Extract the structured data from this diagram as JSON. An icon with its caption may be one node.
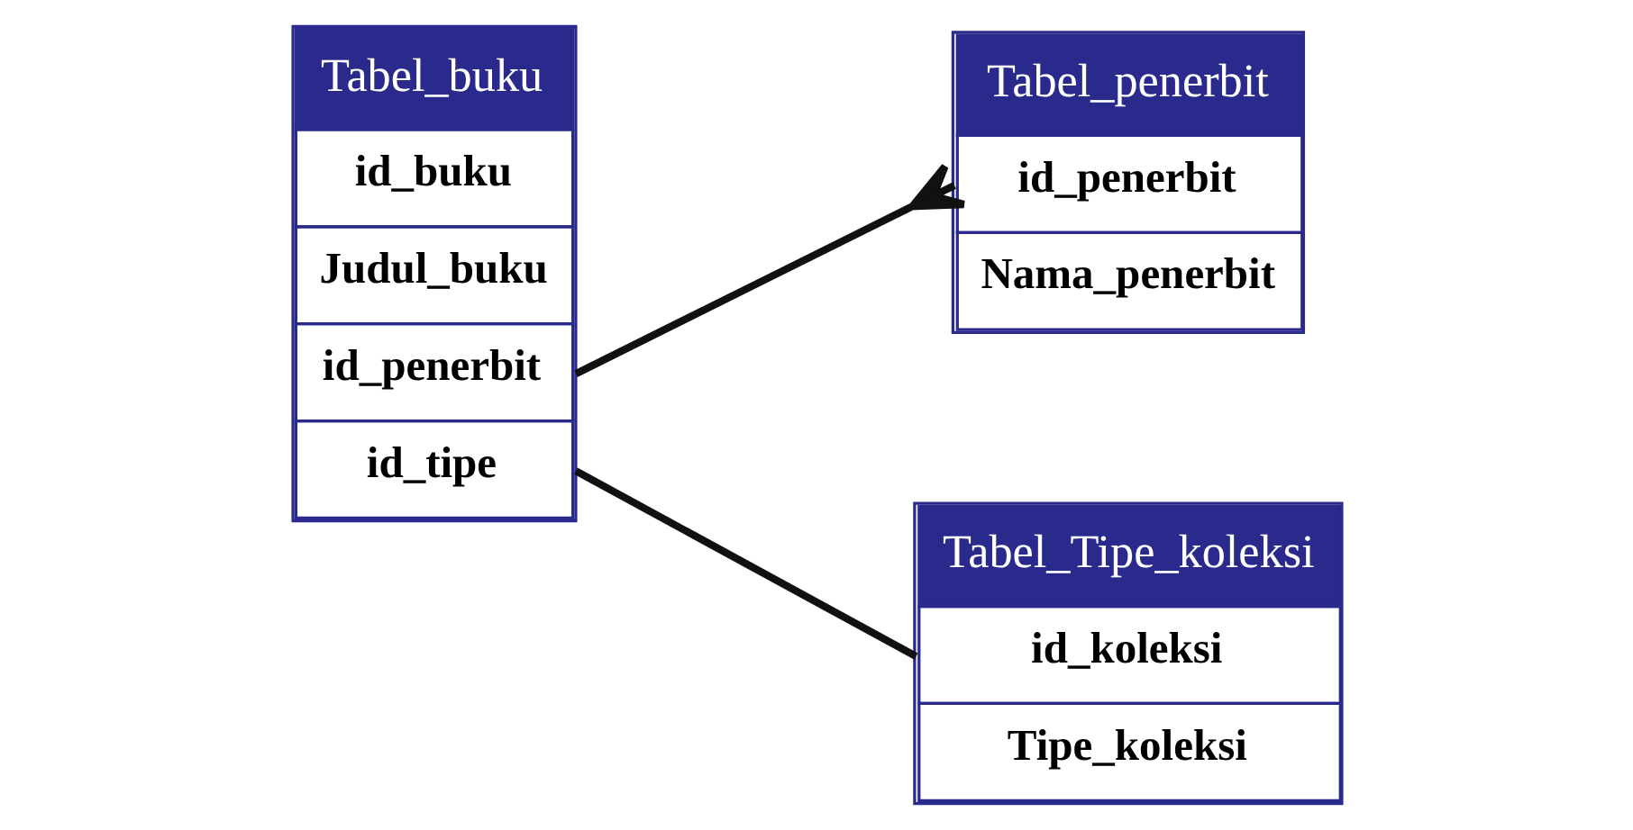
{
  "diagram": {
    "nodes": [
      {
        "text": [
          "Tabel_buku",
          "id_buku",
          "Judul_buku",
          "id_penerbit",
          "id_tipe"
        ]
      },
      {
        "text": [
          "Tabel_penerbit",
          "id_penerbit",
          "Nama_penerbit"
        ]
      },
      {
        "text": [
          "Tabel_Tipe_koleksi",
          "id_koleksi",
          "Tipe_koleksi"
        ]
      }
    ],
    "edges": [
      {
        "from": 0,
        "to": 1,
        "arrow": "other"
      },
      {
        "from": 0,
        "to": 2,
        "arrow": "none"
      }
    ]
  }
}
